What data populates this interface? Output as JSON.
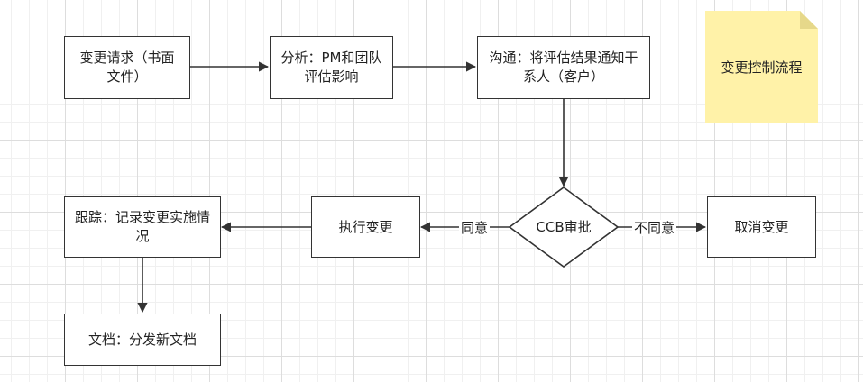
{
  "nodes": {
    "request": "变更请求（书面文件）",
    "analysis": "分析：PM和团队评估影响",
    "communicate": "沟通：将评估结果通知干系人（客户）",
    "ccb": "CCB审批",
    "execute": "执行变更",
    "cancel": "取消变更",
    "track": "跟踪：记录变更实施情况",
    "document": "文档：分发新文档"
  },
  "edge_labels": {
    "agree": "同意",
    "disagree": "不同意"
  },
  "note": {
    "text": "变更控制流程",
    "color": "#fff2a8"
  },
  "colors": {
    "stroke": "#333333"
  }
}
